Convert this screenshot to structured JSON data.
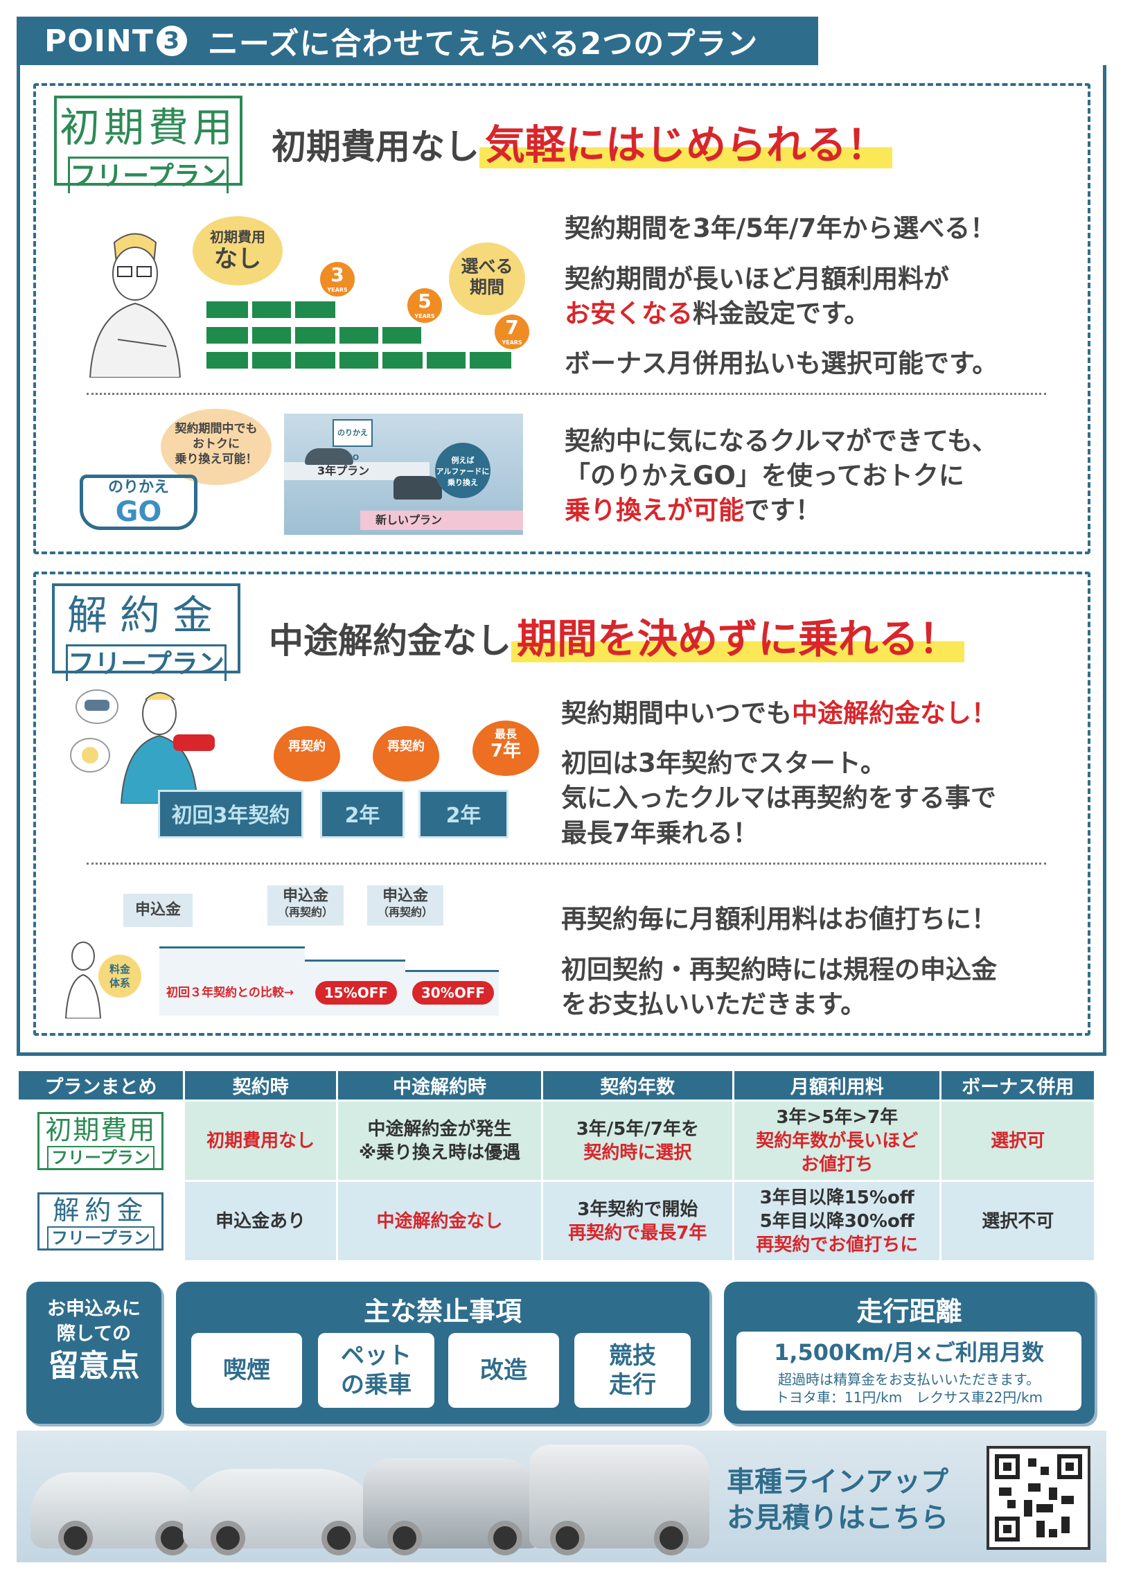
{
  "header": {
    "title_prefix": "POINT",
    "point_number": "3",
    "title": "ニーズに合わせてえらべる2つのプラン"
  },
  "plan1": {
    "label_big": "初期費用",
    "label_sub": "フリープラン",
    "headline_normal": "初期費用なし",
    "headline_highlight": "気軽にはじめられる！",
    "bubble_initial_1": "初期費用",
    "bubble_initial_2": "なし",
    "bubble_period_1": "選べる",
    "bubble_period_2": "期間",
    "years": [
      {
        "num": "3",
        "unit": "YEARS"
      },
      {
        "num": "5",
        "unit": "YEARS"
      },
      {
        "num": "7",
        "unit": "YEARS"
      }
    ],
    "text1": "契約期間を3年/5年/7年から選べる！",
    "text2a": "契約期間が長いほど月額利用料が",
    "text2b_red": "お安くなる",
    "text2b_normal": "料金設定です。",
    "text3": "ボーナス月併用払いも選択可能です。",
    "bubble_change_1": "契約期間中でも",
    "bubble_change_2": "おトクに",
    "bubble_change_3": "乗り換え可能！",
    "logo_top": "のりかえ",
    "logo_bottom": "GO",
    "illus_logo": "のりかえGO",
    "illus_3year": "3年プラン",
    "illus_new": "新しいプラン",
    "illus_example_1": "例えば",
    "illus_example_2": "アルファードに",
    "illus_example_3": "乗り換え",
    "text4": "契約中に気になるクルマができても、",
    "text5": "「のりかえGO」を使っておトクに",
    "text6_red": "乗り換えが可能",
    "text6_normal": "です！"
  },
  "plan2": {
    "label_big": "解約金",
    "label_sub": "フリープラン",
    "headline_normal": "中途解約金なし",
    "headline_highlight": "期間を決めずに乗れる！",
    "renew_1": "再契約",
    "renew_2": "再契約",
    "max_1": "最長",
    "max_2": "7年",
    "bar_first": "初回3年契約",
    "bar_2": "2年",
    "bar_3": "2年",
    "text1_normal": "契約期間中いつでも",
    "text1_red": "中途解約金なし！",
    "text2": "初回は3年契約でスタート。",
    "text3": "気に入ったクルマは再契約をする事で",
    "text4_red": "最長7年乗れる！",
    "fee_label": "申込金",
    "fee_renew_1": "申込金",
    "fee_renew_1_sub": "（再契約）",
    "fee_renew_2": "申込金",
    "fee_renew_2_sub": "（再契約）",
    "fee_person_1": "料金",
    "fee_person_2": "体系",
    "compare": "初回３年契約との比較→",
    "off1": "15%OFF",
    "off2": "30%OFF",
    "text5_red": "再契約毎に月額利用料はお値打ちに！",
    "text6": "初回契約・再契約時には規程の申込金",
    "text7": "をお支払いいただきます。"
  },
  "table": {
    "headers": [
      "プランまとめ",
      "契約時",
      "中途解約時",
      "契約年数",
      "月額利用料",
      "ボーナス併用"
    ],
    "row1": {
      "plan_big": "初期費用",
      "plan_sub": "フリープラン",
      "c1": "初期費用なし",
      "c2a": "中途解約金が発生",
      "c2b": "※乗り換え時は優遇",
      "c3a": "3年/5年/7年を",
      "c3b": "契約時に選択",
      "c4a": "3年>5年>7年",
      "c4b": "契約年数が長いほど",
      "c4c": "お値打ち",
      "c5": "選択可"
    },
    "row2": {
      "plan_big": "解約金",
      "plan_sub": "フリープラン",
      "c1": "申込金あり",
      "c2": "中途解約金なし",
      "c3a": "3年契約で開始",
      "c3b": "再契約で最長7年",
      "c4a": "3年目以降15%off",
      "c4b": "5年目以降30%off",
      "c4c": "再契約でお値打ちに",
      "c5": "選択不可"
    }
  },
  "notes": {
    "caution_1": "お申込みに",
    "caution_2": "際しての",
    "caution_3": "留意点",
    "prohibited_title": "主な禁止事項",
    "items": [
      "喫煙",
      "ペット",
      "の乗車",
      "改造",
      "競技",
      "走行"
    ],
    "mileage_title": "走行距離",
    "mileage_main": "1,500Km/月×ご利用月数",
    "mileage_note1": "超過時は精算金をお支払いいただきます。",
    "mileage_note2": "トヨタ車：11円/km　レクサス車22円/km"
  },
  "footer": {
    "line1": "車種ラインアップ",
    "line2": "お見積りはこちら"
  }
}
